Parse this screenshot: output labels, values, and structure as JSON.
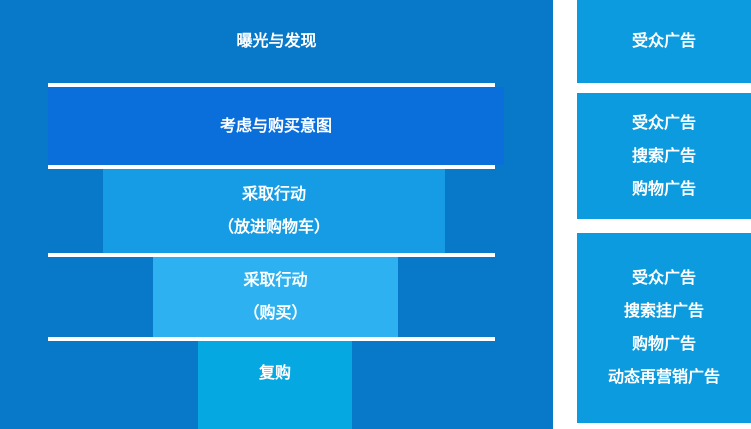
{
  "colors": {
    "funnel_background": "#0878C9",
    "stage_consideration": "#0A6EDB",
    "stage_add_to_cart": "#169CE4",
    "stage_purchase": "#2DB1F0",
    "stage_repurchase": "#05A8E1",
    "ads_panel": "#0C9BDE",
    "separator": "#FFFFFF",
    "text": "#FFFFFF"
  },
  "funnel": {
    "levels": [
      {
        "name": "exposure",
        "lines": [
          "曝光与发现"
        ]
      },
      {
        "name": "consideration",
        "lines": [
          "考虑与购买意图"
        ]
      },
      {
        "name": "add-to-cart",
        "lines": [
          "采取行动",
          "（放进购物车）"
        ]
      },
      {
        "name": "purchase",
        "lines": [
          "采取行动",
          "（购买）"
        ]
      },
      {
        "name": "repurchase",
        "lines": [
          "复购"
        ]
      }
    ]
  },
  "right_panels": [
    {
      "items": [
        "受众广告"
      ]
    },
    {
      "items": [
        "受众广告",
        "搜索广告",
        "购物广告"
      ]
    },
    {
      "items": [
        "受众广告",
        "搜索挂广告",
        "购物广告",
        "动态再营销广告"
      ]
    }
  ]
}
